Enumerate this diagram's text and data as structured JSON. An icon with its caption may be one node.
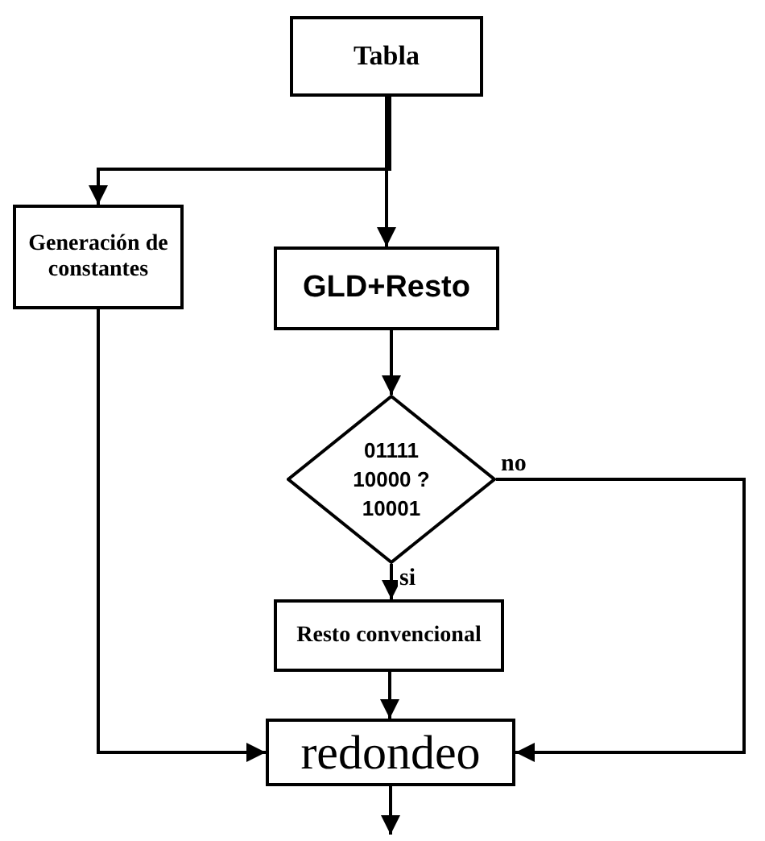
{
  "diagram": {
    "nodes": [
      {
        "text": [
          "Tabla"
        ]
      },
      {
        "text": [
          "Generación de constantes"
        ]
      },
      {
        "text": [
          "GLD+Resto"
        ]
      },
      {
        "text": [
          "01111 10000 ? 10001"
        ]
      },
      {
        "text": [
          "Resto convencional"
        ]
      },
      {
        "text": [
          "redondeo"
        ]
      }
    ],
    "edges": [
      {
        "from": 0,
        "to": 1,
        "arrow": "to"
      },
      {
        "from": 0,
        "to": 2,
        "arrow": "to"
      },
      {
        "from": 1,
        "to": 5,
        "arrow": "to"
      },
      {
        "from": 2,
        "to": 3,
        "arrow": "to"
      },
      {
        "from": 3,
        "to": 4,
        "arrow": "to",
        "label": "si"
      },
      {
        "from": 3,
        "to": 5,
        "arrow": "to",
        "label": "no"
      },
      {
        "from": 4,
        "to": 5,
        "arrow": "to"
      },
      {
        "from": 5,
        "to": null,
        "arrow": "to"
      }
    ]
  }
}
